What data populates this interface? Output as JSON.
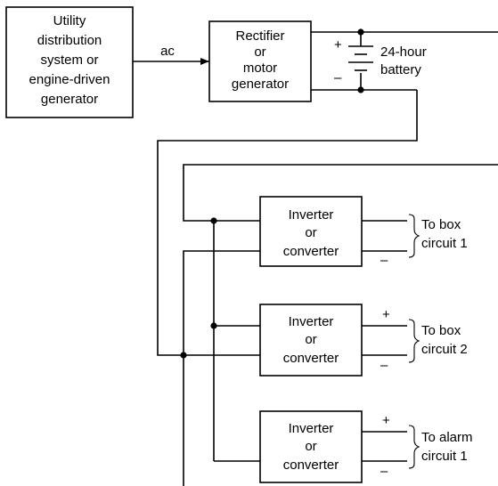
{
  "source_box": {
    "lines": [
      "Utility",
      "distribution",
      "system or",
      "engine-driven",
      "generator"
    ]
  },
  "ac_label": "ac",
  "rectifier_box": {
    "lines": [
      "Rectifier",
      "or",
      "motor",
      "generator"
    ]
  },
  "battery": {
    "plus": "+",
    "minus": "–",
    "lines": [
      "24-hour",
      "battery"
    ]
  },
  "inverters": [
    {
      "lines": [
        "Inverter",
        "or",
        "converter"
      ],
      "plus": "",
      "minus": "–",
      "target": [
        "To box",
        "circuit 1"
      ]
    },
    {
      "lines": [
        "Inverter",
        "or",
        "converter"
      ],
      "plus": "+",
      "minus": "–",
      "target": [
        "To box",
        "circuit 2"
      ]
    },
    {
      "lines": [
        "Inverter",
        "or",
        "converter"
      ],
      "plus": "+",
      "minus": "–",
      "target": [
        "To alarm",
        "circuit 1"
      ]
    }
  ]
}
